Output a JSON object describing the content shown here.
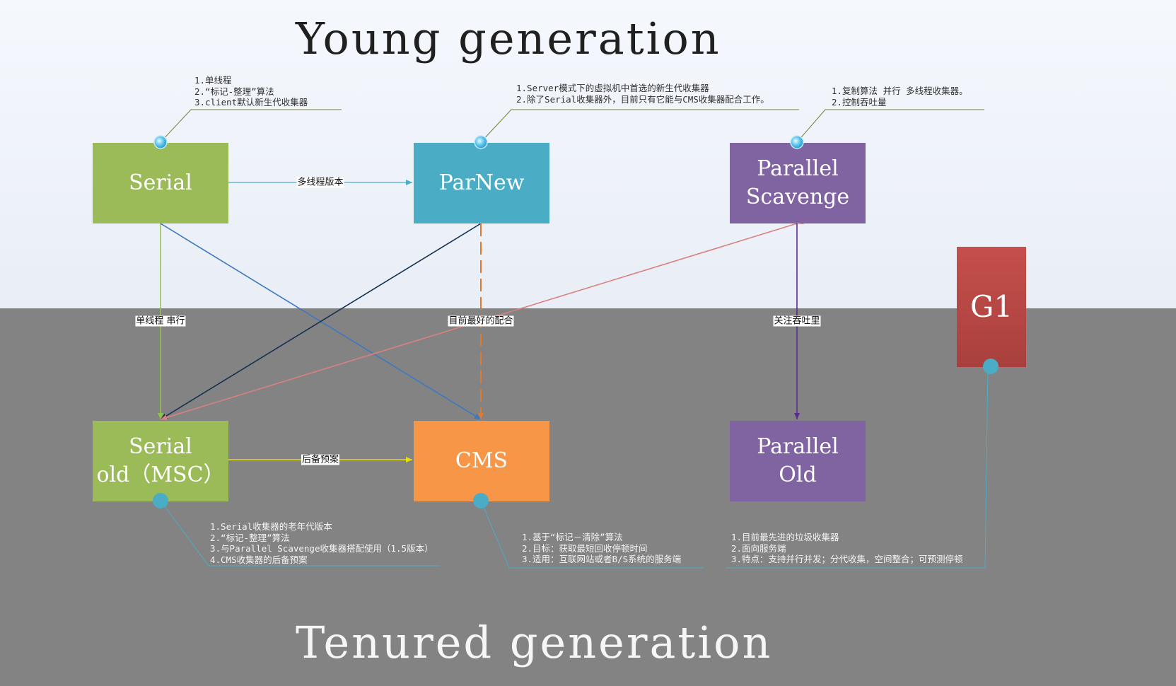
{
  "titles": {
    "young": "Young generation",
    "tenured": "Tenured generation"
  },
  "colors": {
    "green": "#9bbb59",
    "teal": "#4bacc6",
    "purple": "#8064a2",
    "orange": "#f79646",
    "red": "#c0504d",
    "young_bg": "#eef2f9",
    "tenured_bg": "#838383"
  },
  "collectors": {
    "serial": "Serial",
    "parnew": "ParNew",
    "parallel_scavenge": "Parallel\nScavenge",
    "serial_old": "Serial\nold（MSC）",
    "cms": "CMS",
    "parallel_old": "Parallel\nOld",
    "g1": "G1"
  },
  "edges": {
    "serial_parnew": "多线程版本",
    "serial_serialold": "单线程 串行",
    "parnew_cms": "目前最好的配合",
    "scavenge_parallelold": "关注吞吐里",
    "serialold_cms": "后备预案"
  },
  "notes": {
    "serial": [
      "1.单线程",
      "2.“标记-整理”算法",
      "3.client默认新生代收集器"
    ],
    "parnew": [
      "1.Server模式下的虚拟机中首选的新生代收集器",
      "2.除了Serial收集器外，目前只有它能与CMS收集器配合工作。"
    ],
    "parallel_scavenge": [
      "1.复制算法 并行 多线程收集器。",
      "2.控制吞吐量"
    ],
    "serial_old": [
      "1.Serial收集器的老年代版本",
      "2.“标记-整理”算法",
      "3.与Parallel Scavenge收集器搭配使用（1.5版本）",
      "4.CMS收集器的后备预案"
    ],
    "cms": [
      "1.基于“标记－清除”算法",
      "2.目标：获取最短回收停顿时间",
      "3.适用：互联网站或者B/S系统的服务端"
    ],
    "g1": [
      "1.目前最先进的垃圾收集器",
      "2.面向服务端",
      "3.特点：支持并行并发；分代收集，空间整合；可预测停顿"
    ]
  }
}
